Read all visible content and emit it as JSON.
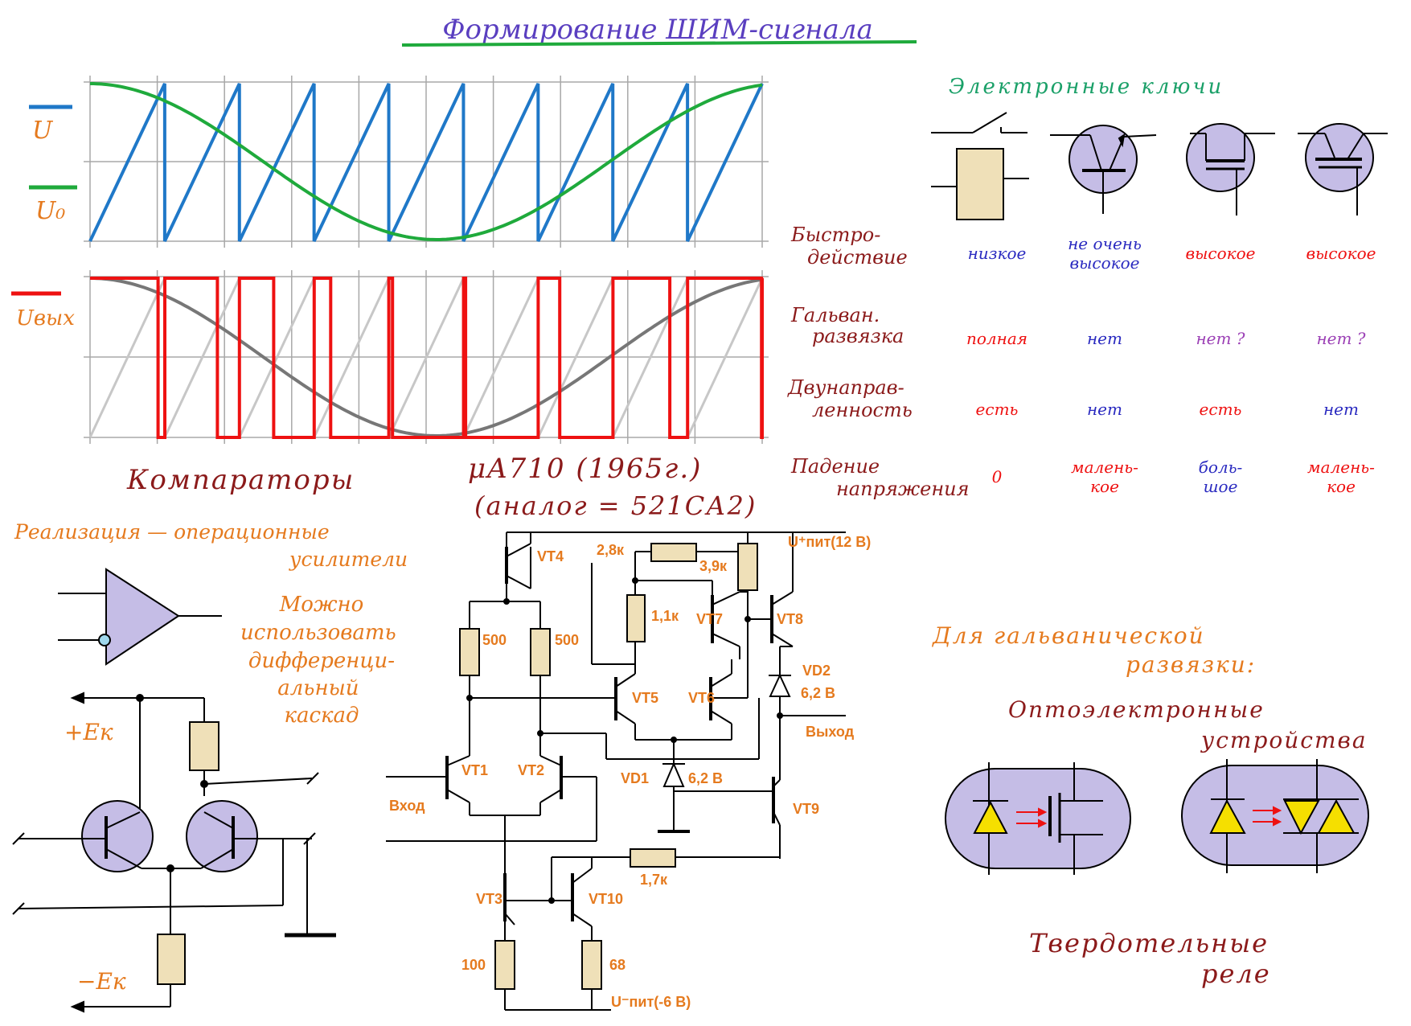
{
  "title": "Формирование ШИМ-сигнала",
  "colors": {
    "title": "#5a3fc0",
    "blue": "#1f78c8",
    "green": "#1faa3c",
    "red": "#ee1111",
    "gray": "#777777",
    "lightgray": "#c7c7c7",
    "orange": "#e57a1e",
    "darkred": "#8b1a1a",
    "purple": "#9b3fb5",
    "navy": "#2a2ac0",
    "fill_purple": "#c5bde6",
    "fill_beige": "#efe0b8",
    "yellow": "#f5df00",
    "teal": "#1aa068"
  },
  "chart_top": {
    "legend": [
      {
        "label": "U"
      },
      {
        "label": "U₀"
      }
    ]
  },
  "chart_bottom": {
    "legend": [
      {
        "label": "Uвых"
      }
    ]
  },
  "keys": {
    "heading": "Электронные ключи",
    "rows": [
      {
        "label": "Быстро-\nдействие",
        "values": [
          "низкое",
          "не очень\nвысокое",
          "высокое",
          "высокое"
        ]
      },
      {
        "label": "Гальван.\nразвязка",
        "values": [
          "полная",
          "нет",
          "нет ?",
          "нет ?"
        ]
      },
      {
        "label": "Двунаправ-\nленность",
        "values": [
          "есть",
          "нет",
          "есть",
          "нет"
        ]
      },
      {
        "label": "Падение\nнапряжения",
        "values": [
          "0",
          "малень-\nкое",
          "боль-\nшое",
          "малень-\nкое"
        ]
      }
    ]
  },
  "comparators": {
    "heading": "Компараторы",
    "impl": "Реализация — операционные\nусилители",
    "note": "Можно\nиспользовать\nдифференци-\nальный\nкаскад",
    "plus": "+Eк",
    "minus": "−Eк"
  },
  "ua710": {
    "title1": "μA710 (1965г.)",
    "title2": "(аналог = 521СА2)",
    "labels": {
      "vt1": "VT1",
      "vt2": "VT2",
      "vt3": "VT3",
      "vt4": "VT4",
      "vt5": "VT5",
      "vt6": "VT6",
      "vt7": "VT7",
      "vt8": "VT8",
      "vt9": "VT9",
      "vt10": "VT10",
      "vd1": "VD1",
      "vd2": "VD2",
      "r500a": "500",
      "r500b": "500",
      "r28": "2,8к",
      "r39": "3,9к",
      "r11": "1,1к",
      "r17": "1,7к",
      "r100": "100",
      "r68": "68",
      "vd1v": "6,2 В",
      "vd2v": "6,2 В",
      "upp": "U⁺пит(12 В)",
      "umm": "U⁻пит(-6 В)",
      "vhod": "Вход",
      "vyhod": "Выход"
    }
  },
  "galv": {
    "heading": "Для гальванической\nразвязки:",
    "opto": "Оптоэлектронные\nустройства",
    "relay": "Твердотельные\nреле"
  }
}
